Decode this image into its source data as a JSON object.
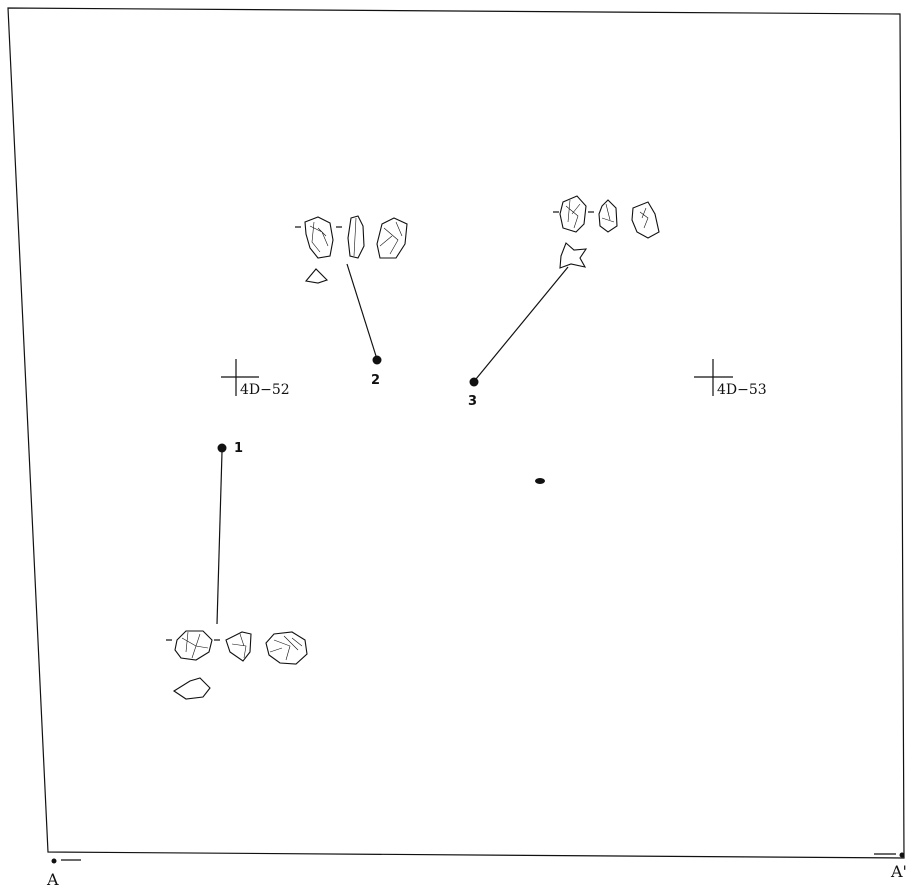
{
  "grid_markers": [
    {
      "label": "4D−52"
    },
    {
      "label": "4D−53"
    }
  ],
  "finds": [
    {
      "number": "1"
    },
    {
      "number": "2"
    },
    {
      "number": "3"
    }
  ],
  "section_line": {
    "start_label": "A",
    "end_label": "A'"
  }
}
